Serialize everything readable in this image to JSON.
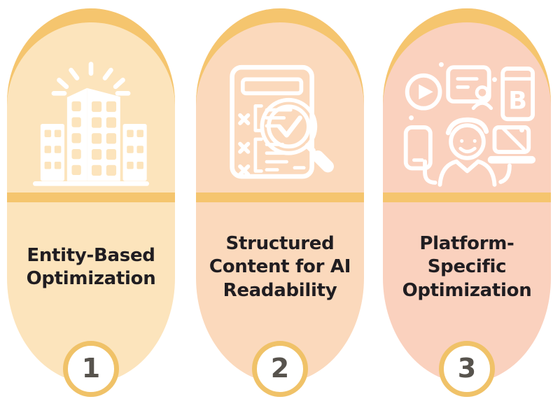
{
  "colors": {
    "background": "#FFFFFF",
    "accent_gold": "#F5C56E",
    "badge_border": "#F0C268",
    "badge_fill": "#FFFFFF",
    "icon_stroke": "#FFFFFF",
    "title_text": "#201D21",
    "badge_number_text": "#57534D"
  },
  "pills": [
    {
      "fill": "#FCE4BC",
      "icon": "building-icon",
      "title": "Entity-Based\nOptimization",
      "number": "1"
    },
    {
      "fill": "#FBD9BC",
      "icon": "document-search-icon",
      "title": "Structured\nContent for AI\nReadability",
      "number": "2"
    },
    {
      "fill": "#FAD1BE",
      "icon": "platforms-person-icon",
      "title": "Platform-\nSpecific\nOptimization",
      "number": "3",
      "icon_letter": "B"
    }
  ]
}
